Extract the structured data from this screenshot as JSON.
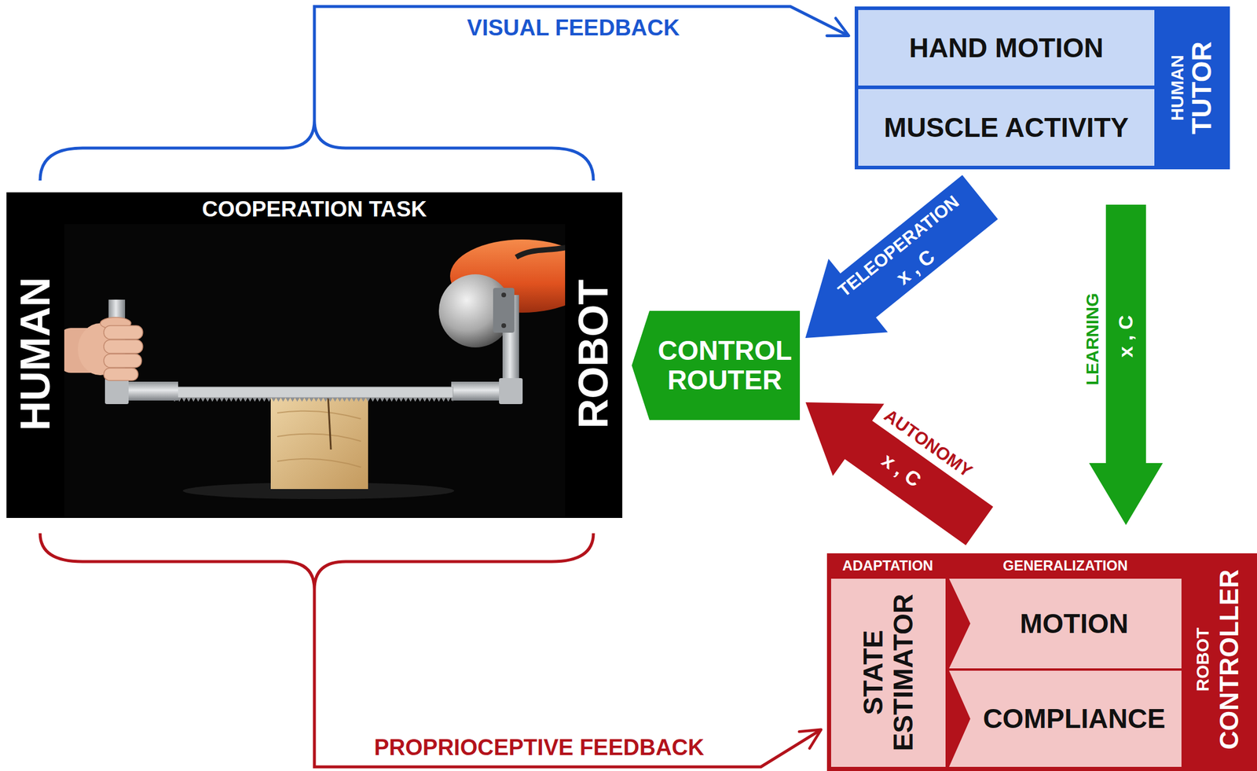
{
  "diagram": {
    "nodes": [
      {
        "text": [
          "COOPERATION TASK",
          "HUMAN",
          "ROBOT"
        ]
      },
      {
        "text": [
          "HUMAN",
          "TUTOR"
        ]
      },
      {
        "text": [
          "HAND MOTION"
        ],
        "in": 1
      },
      {
        "text": [
          "MUSCLE ACTIVITY"
        ],
        "in": 1
      },
      {
        "text": [
          "CONTROL ROUTER"
        ]
      },
      {
        "text": [
          "ROBOT",
          "CONTROLLER"
        ]
      },
      {
        "text": [
          "ADAPTATION",
          "STATE ESTIMATOR"
        ],
        "in": 5
      },
      {
        "text": [
          "GENERALIZATION"
        ],
        "in": 5
      },
      {
        "text": [
          "MOTION"
        ],
        "in": 7
      },
      {
        "text": [
          "COMPLIANCE"
        ],
        "in": 7
      }
    ],
    "edges": [
      {
        "from": 0,
        "to": 1,
        "label": "VISUAL FEEDBACK",
        "arrow": "to"
      },
      {
        "from": 0,
        "to": 5,
        "label": "PROPRIOCEPTIVE FEEDBACK",
        "arrow": "to"
      },
      {
        "from": 1,
        "to": 4,
        "label": "TELEOPERATION",
        "arrow": "to"
      },
      {
        "from": 1,
        "to": 5,
        "label": "LEARNING",
        "arrow": "to"
      },
      {
        "from": 5,
        "to": 4,
        "label": "AUTONOMY",
        "arrow": "to"
      }
    ],
    "labels": [
      "x , C",
      "x , C",
      "x , C"
    ]
  }
}
